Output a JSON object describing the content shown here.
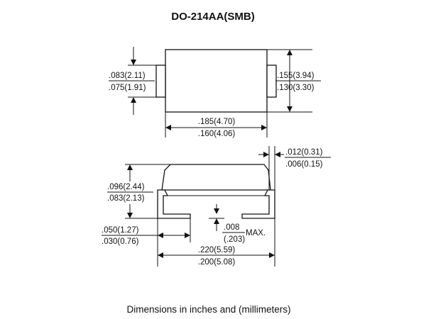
{
  "title": "DO-214AA(SMB)",
  "caption": "Dimensions in inches and (millimeters)",
  "top_view": {
    "lead_height": {
      "max": ".083(2.11)",
      "min": ".075(1.91)"
    },
    "body_height": {
      "max": ".155(3.94)",
      "min": ".130(3.30)"
    },
    "body_length": {
      "max": ".185(4.70)",
      "min": ".160(4.06)"
    }
  },
  "side_view": {
    "lead_thickness": {
      "max": ".012(0.31)",
      "min": ".006(0.15)"
    },
    "overall_height": {
      "max": ".096(2.44)",
      "min": ".083(2.13)"
    },
    "standoff": {
      "inch": ".008",
      "mm": "(.203)",
      "suffix": "MAX."
    },
    "lead_length": {
      "max": ".050(1.27)",
      "min": ".030(0.76)"
    },
    "overall_length": {
      "max": ".220(5.59)",
      "min": ".200(5.08)"
    }
  }
}
